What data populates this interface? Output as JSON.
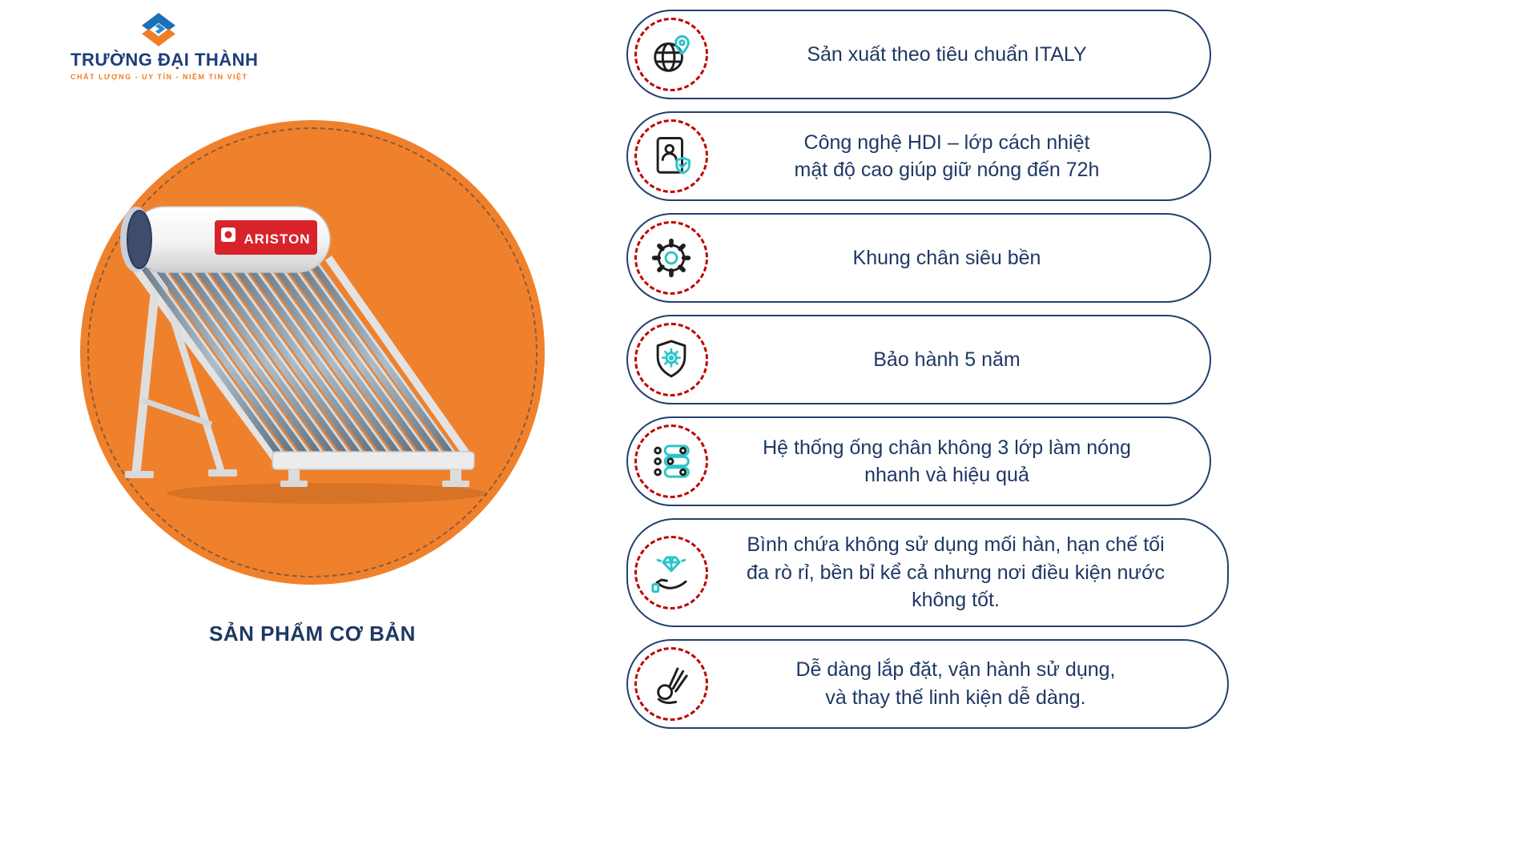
{
  "brand": {
    "name": "TRƯỜNG ĐẠI THÀNH",
    "tagline": "CHẤT LƯỢNG - UY TÍN - NIỀM TIN VIỆT"
  },
  "product": {
    "label": "ARISTON",
    "caption": "SẢN PHẨM CƠ BẢN"
  },
  "features": [
    {
      "icon": "globe-location-icon",
      "text": "Sản xuất theo tiêu chuẩn ITALY"
    },
    {
      "icon": "certificate-shield-icon",
      "text": "Công nghệ HDI – lớp cách nhiệt\nmật độ cao giúp giữ nóng đến 72h"
    },
    {
      "icon": "gear-icon",
      "text": "Khung chân siêu bền"
    },
    {
      "icon": "shield-gear-icon",
      "text": "Bảo hành 5 năm"
    },
    {
      "icon": "sliders-icon",
      "text": "Hệ thống ống chân không 3 lớp làm nóng\nnhanh và hiệu quả"
    },
    {
      "icon": "diamond-hand-icon",
      "text": "Bình chứa không sử dụng mối hàn, hạn chế tối\nđa rò rỉ, bền bỉ kể cả nhưng nơi điều kiện nước\nkhông tốt."
    },
    {
      "icon": "ok-hand-icon",
      "text": "Dễ dàng lắp đặt, vận hành sử dụng,\nvà thay thế linh kiện dễ dàng."
    }
  ],
  "colors": {
    "accent_orange": "#F0812C",
    "navy": "#1F3864",
    "dashed_red": "#C00000",
    "teal": "#29C5C9",
    "label_red": "#D8232A"
  }
}
